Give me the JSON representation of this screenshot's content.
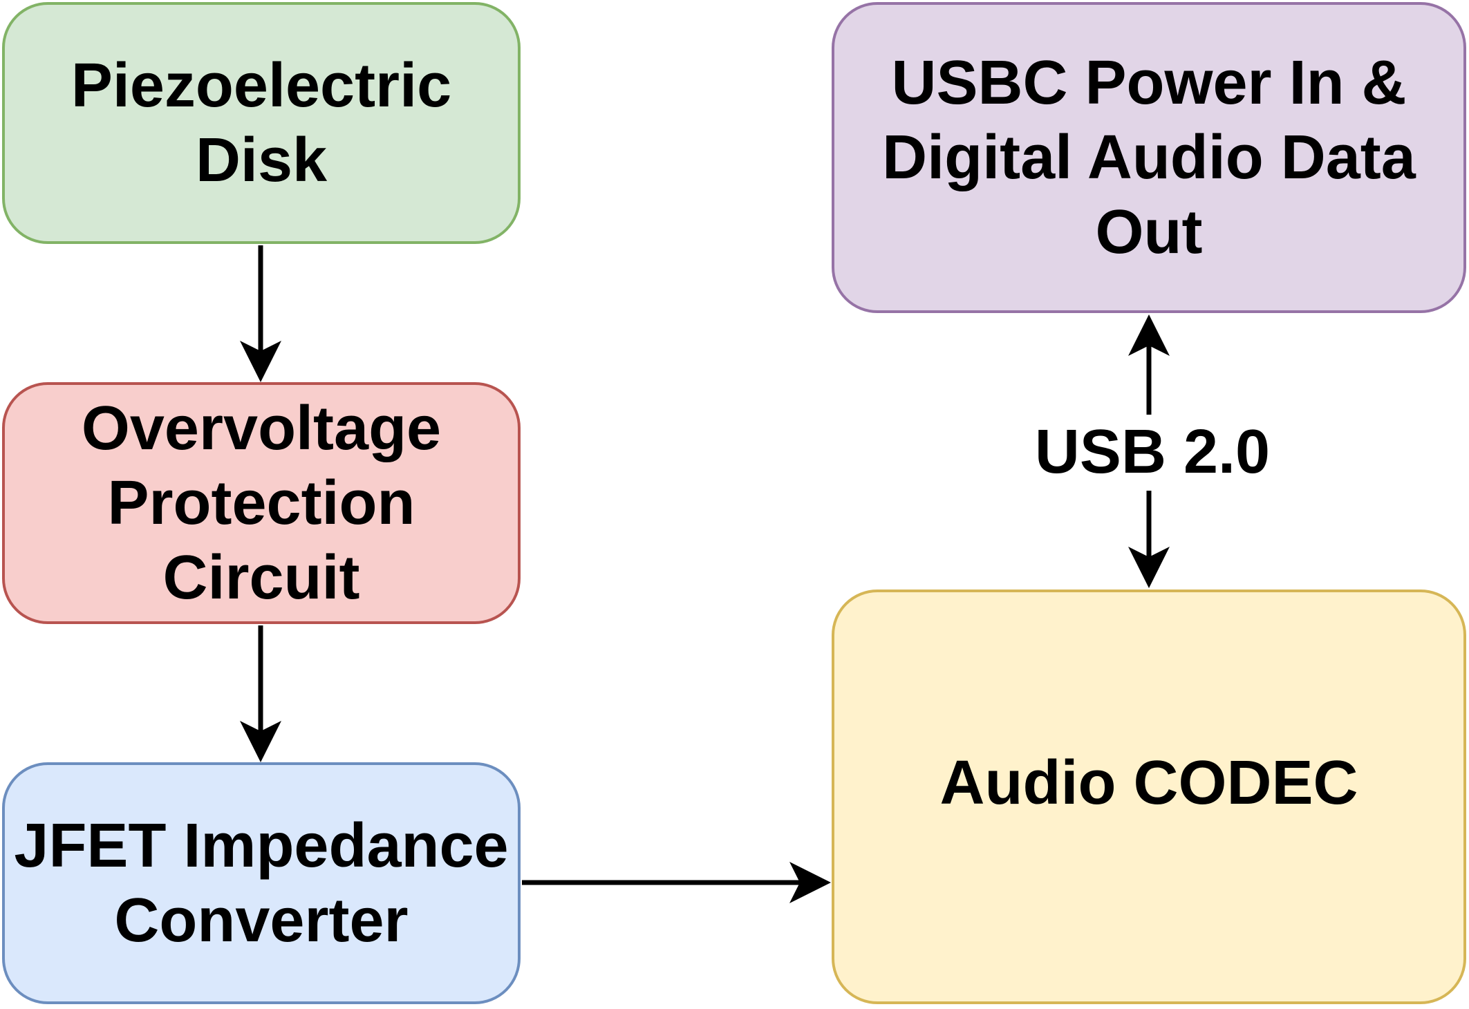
{
  "diagram": {
    "boxes": {
      "piezo": {
        "label": "Piezoelectric\nDisk",
        "fill": "#d5e8d4",
        "stroke": "#82b366"
      },
      "ovp": {
        "label": "Overvoltage\nProtection\nCircuit",
        "fill": "#f8cecc",
        "stroke": "#b85450"
      },
      "jfet": {
        "label": "JFET Impedance\nConverter",
        "fill": "#dae8fc",
        "stroke": "#6c8ebf"
      },
      "usbc": {
        "label": "USBC Power In &\nDigital Audio Data\nOut",
        "fill": "#e1d5e7",
        "stroke": "#9673a6"
      },
      "codec": {
        "label": "Audio CODEC",
        "fill": "#fff2cc",
        "stroke": "#d6b656"
      }
    },
    "edges": {
      "usb_label": "USB 2.0"
    },
    "arrow_color": "#000000"
  }
}
